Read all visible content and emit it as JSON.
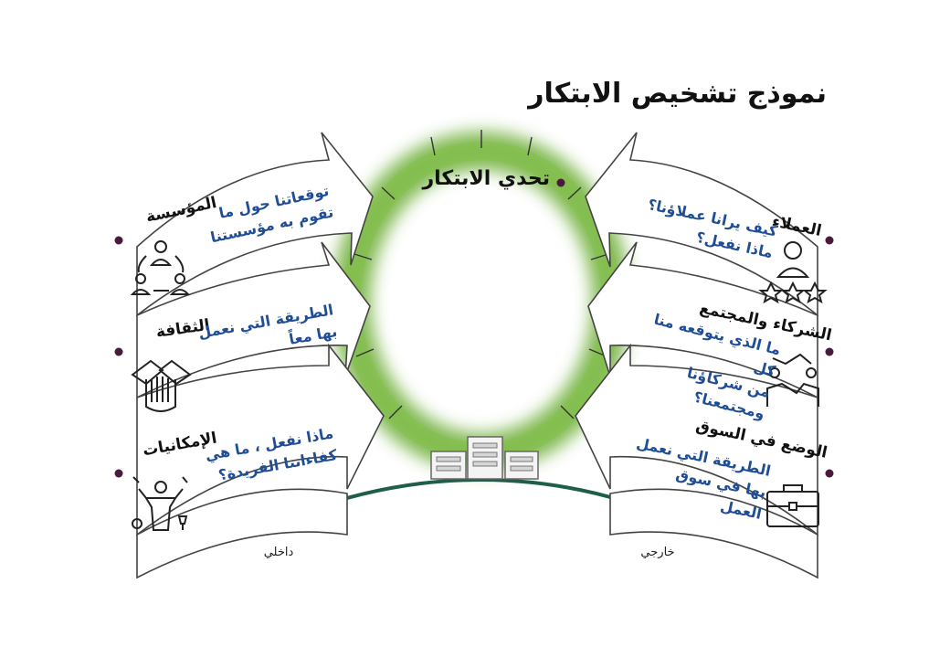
{
  "title": "نموذج تشخيص الابتكار",
  "center_label": "تحدي الابتكار",
  "left_panels": [
    {
      "label": "المؤسسة",
      "question_lines": [
        "توقعاتنا حول ما",
        "تقوم به مؤسستنا"
      ],
      "icon": "people-cycle-icon"
    },
    {
      "label": "الثقافة",
      "question_lines": [
        "الطريقة التي نعمل",
        "بها معاً"
      ],
      "icon": "stacked-hands-icon"
    },
    {
      "label": "الإمكانيات",
      "question_lines": [
        "ماذا نفعل ، ما هي",
        "كفاءاتنا الفريدة؟"
      ],
      "icon": "capabilities-person-icon"
    }
  ],
  "right_panels": [
    {
      "label": "العملاء",
      "question_lines": [
        "كيف يرانا عملاؤنا؟",
        "ماذا نفعل؟"
      ],
      "icon": "customer-rating-icon"
    },
    {
      "label": "الشركاء والمجتمع",
      "question_lines": [
        "ما الذي يتوقعه منا كل",
        "من شركاؤنا ومجتمعنا؟"
      ],
      "icon": "handshake-icon"
    },
    {
      "label": "الوضع في السوق",
      "question_lines": [
        "الطريقة التي نعمل",
        "بها في سوق العمل"
      ],
      "icon": "briefcase-icon"
    }
  ],
  "footer": {
    "internal": "داخلي",
    "external": "خارجي"
  },
  "colors": {
    "ring": "#7ab648",
    "question_text": "#1f4e96",
    "bullet": "#4a1a3d",
    "ground": "#1f5f4a"
  }
}
